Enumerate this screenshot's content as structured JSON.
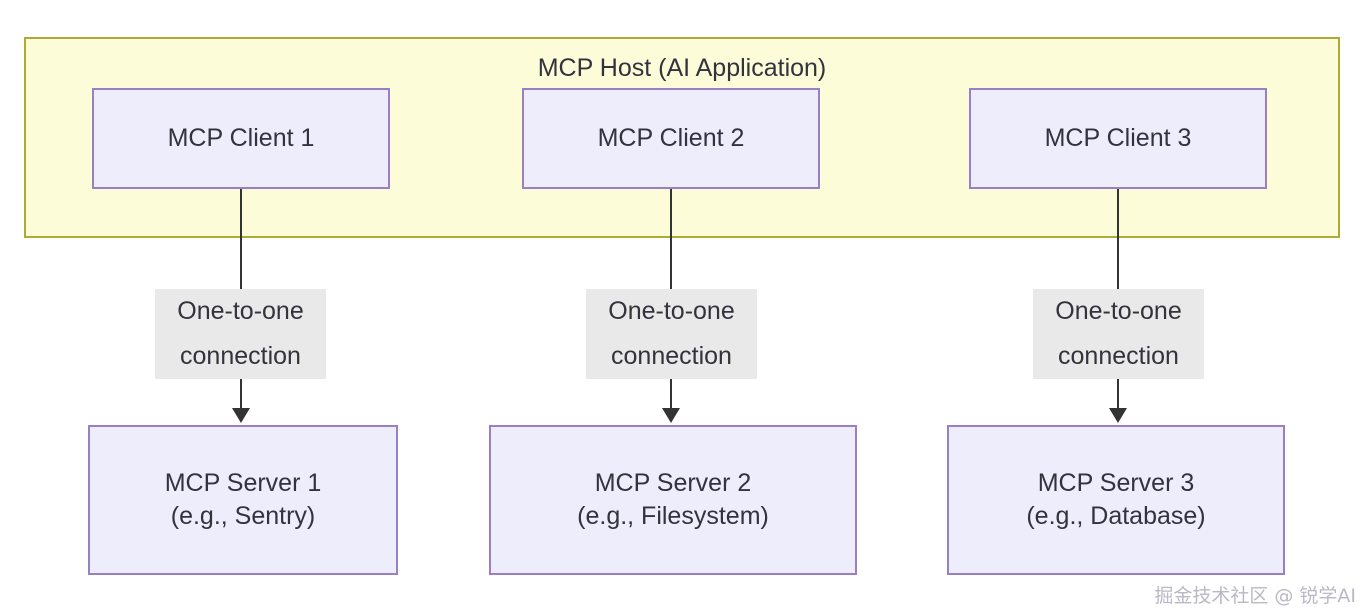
{
  "diagram": {
    "title": "MCP Host (AI Application)",
    "host": {
      "label": "MCP Host (AI Application)",
      "fill_color": "#fcfcd8",
      "border_color": "#adaa35"
    },
    "node_colors": {
      "fill": "#ededfc",
      "border": "#9b7fc4",
      "text": "#33333d"
    },
    "edge_colors": {
      "line": "#333333",
      "label_background": "#e9e9e9"
    },
    "clients": [
      {
        "label": "MCP Client 1"
      },
      {
        "label": "MCP Client 2"
      },
      {
        "label": "MCP Client 3"
      }
    ],
    "edges": [
      {
        "label": "One-to-one\nconnection"
      },
      {
        "label": "One-to-one\nconnection"
      },
      {
        "label": "One-to-one\nconnection"
      }
    ],
    "servers": [
      {
        "label": "MCP Server 1\n(e.g., Sentry)"
      },
      {
        "label": "MCP Server 2\n(e.g., Filesystem)"
      },
      {
        "label": "MCP Server 3\n(e.g., Database)"
      }
    ],
    "watermark": "掘金技术社区 @ 锐学AI"
  }
}
